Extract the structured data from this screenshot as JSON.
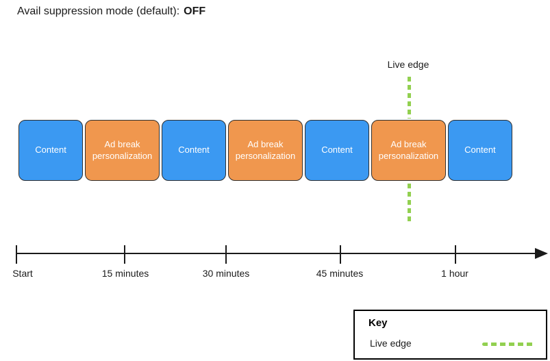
{
  "title": {
    "label": "Avail suppression mode (default):",
    "value": "OFF"
  },
  "live_edge": {
    "label": "Live edge"
  },
  "blocks": [
    {
      "type": "content",
      "label": "Content"
    },
    {
      "type": "ad-break",
      "label": "Ad break\npersonalization"
    },
    {
      "type": "content",
      "label": "Content"
    },
    {
      "type": "ad-break",
      "label": "Ad break\npersonalization"
    },
    {
      "type": "content",
      "label": "Content"
    },
    {
      "type": "ad-break",
      "label": "Ad break\npersonalization"
    },
    {
      "type": "content",
      "label": "Content"
    }
  ],
  "timeline": {
    "tick_labels": [
      "Start",
      "15 minutes",
      "30 minutes",
      "45 minutes",
      "1 hour"
    ]
  },
  "key": {
    "title": "Key",
    "items": [
      {
        "label": "Live edge",
        "swatch": "dashed-green-line"
      }
    ]
  },
  "colors": {
    "content_block": "#3B99F2",
    "ad_break_block": "#F0974E",
    "live_edge": "#92D050"
  }
}
